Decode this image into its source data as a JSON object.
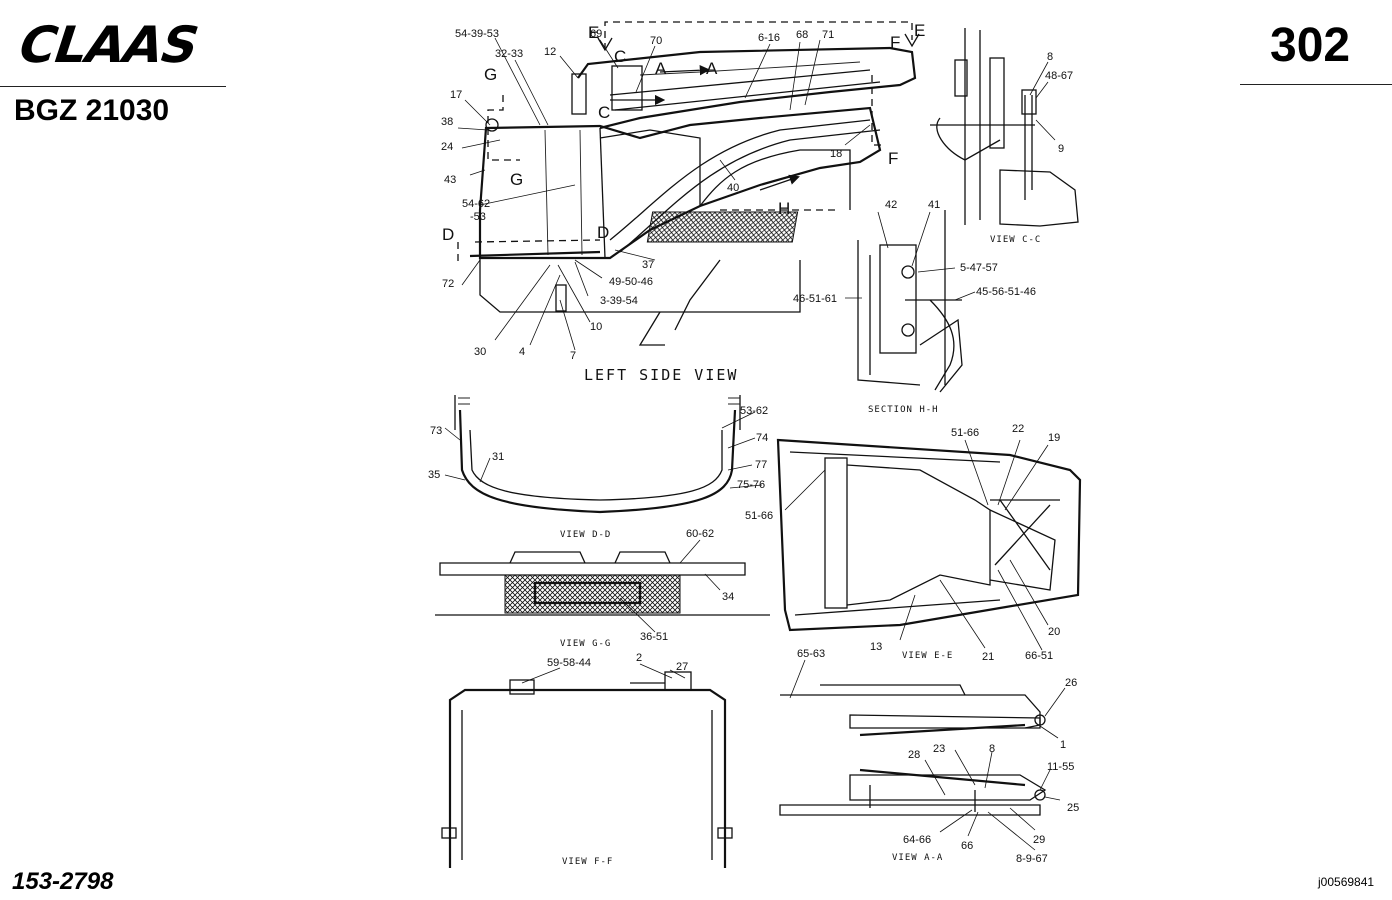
{
  "header": {
    "brand": "CLAAS",
    "model": "BGZ 21030",
    "page_number": "302"
  },
  "footer": {
    "drawing_number": "153-2798",
    "image_code": "j00569841"
  },
  "captions": {
    "left_side_view": "LEFT SIDE VIEW",
    "view_cc": "VIEW C-C",
    "section_hh": "SECTION H-H",
    "view_dd": "VIEW D-D",
    "view_gg": "VIEW G-G",
    "view_ee": "VIEW E-E",
    "view_ff": "VIEW F-F",
    "view_aa": "VIEW A-A"
  },
  "section_markers": [
    "E",
    "E",
    "C",
    "C",
    "A",
    "A",
    "F",
    "F",
    "G",
    "G",
    "D",
    "D",
    "H"
  ],
  "callouts": {
    "left_side": [
      "54-39-53",
      "32-33",
      "12",
      "69",
      "70",
      "6-16",
      "68",
      "71",
      "17",
      "38",
      "24",
      "43",
      "54-62",
      "-53",
      "72",
      "40",
      "18",
      "37",
      "49-50-46",
      "3-39-54",
      "10",
      "30",
      "4",
      "7"
    ],
    "view_cc": [
      "8",
      "48-67",
      "9"
    ],
    "section_hh": [
      "42",
      "41",
      "5-47-57",
      "45-56-51-46",
      "46-51-61"
    ],
    "view_dd": [
      "73",
      "35",
      "31",
      "53-62",
      "74",
      "77",
      "75-76"
    ],
    "view_gg": [
      "60-62",
      "34",
      "36-51"
    ],
    "view_ee": [
      "51-66",
      "22",
      "19",
      "51-66",
      "13",
      "21",
      "66-51",
      "20"
    ],
    "view_ff": [
      "59-58-44",
      "2",
      "27"
    ],
    "view_aa": [
      "65-63",
      "26",
      "1",
      "28",
      "23",
      "8",
      "11-55",
      "25",
      "64-66",
      "66",
      "29",
      "8-9-67"
    ]
  }
}
